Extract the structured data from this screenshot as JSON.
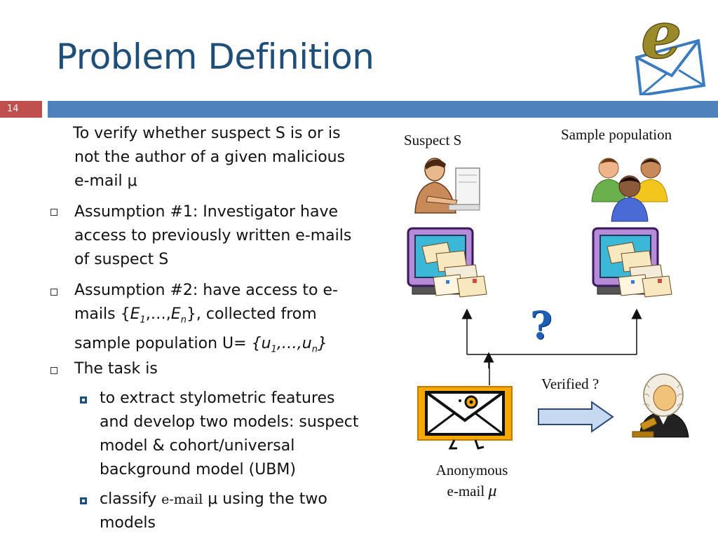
{
  "slide": {
    "title": "Problem Definition",
    "number": "14"
  },
  "body": {
    "intro": "To verify whether suspect S is or is not the author of a given malicious e-mail μ",
    "intro_line1": "To verify whether suspect S is or is",
    "intro_line2": "not the author of a given malicious",
    "intro_line3": "e-mail μ",
    "a1_line1": "Assumption #1: Investigator have",
    "a1_line2": "access to previously written e-mails",
    "a1_line3": "of suspect S",
    "a2_line1": "Assumption #2: have access to e-",
    "a2_line2_pre": "mails {",
    "a2_E": "E",
    "a2_sub1": "1",
    "a2_ellipsis": ",…,",
    "a2_En": "E",
    "a2_subn": "n",
    "a2_line2_post": "}, collected from",
    "a2_line3_pre": "sample population U= ",
    "a2_u_open": "{u",
    "a2_u_sub1": "1",
    "a2_u_mid": ",…,u",
    "a2_u_subn": "n",
    "a2_u_close": "}",
    "task": "The task is",
    "s1_line1": "to extract stylometric features",
    "s1_line2": "and develop two models: suspect",
    "s1_line3": "model & cohort/universal",
    "s1_line4": "background model (UBM)",
    "s2_pre": "classify ",
    "s2_email": "e-mail",
    "s2_mu": " μ ",
    "s2_post": " using the two",
    "s2_line2": "models"
  },
  "diagram": {
    "suspect_label": "Suspect S",
    "population_label": "Sample population",
    "question_mark": "?",
    "verified_label": "Verified ?",
    "anon_line1": "Anonymous",
    "anon_line2": "e-mail ",
    "anon_mu": "μ",
    "logo_letter": "e"
  },
  "colors": {
    "title": "#1f4e79",
    "slide_number_bg": "#c0504d",
    "band": "#4f81bd",
    "question": "#1a5fb4",
    "envelope_frame": "#f5a800"
  }
}
